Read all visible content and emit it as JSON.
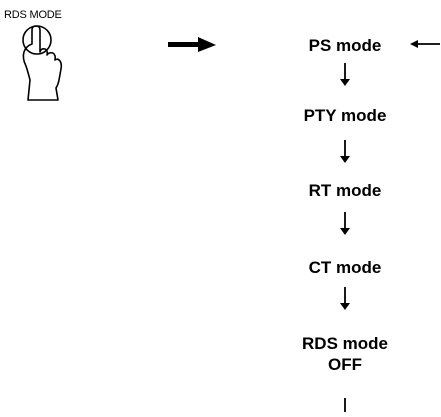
{
  "button_label": "RDS MODE",
  "modes": [
    {
      "line1": "PS mode"
    },
    {
      "line1": "PTY mode"
    },
    {
      "line1": "RT mode"
    },
    {
      "line1": "CT mode"
    },
    {
      "line1": "RDS mode",
      "line2": "OFF"
    }
  ],
  "icons": [
    "hand-press-icon",
    "right-arrow-icon",
    "down-arrow-icon",
    "loop-back-arrow-icon"
  ]
}
